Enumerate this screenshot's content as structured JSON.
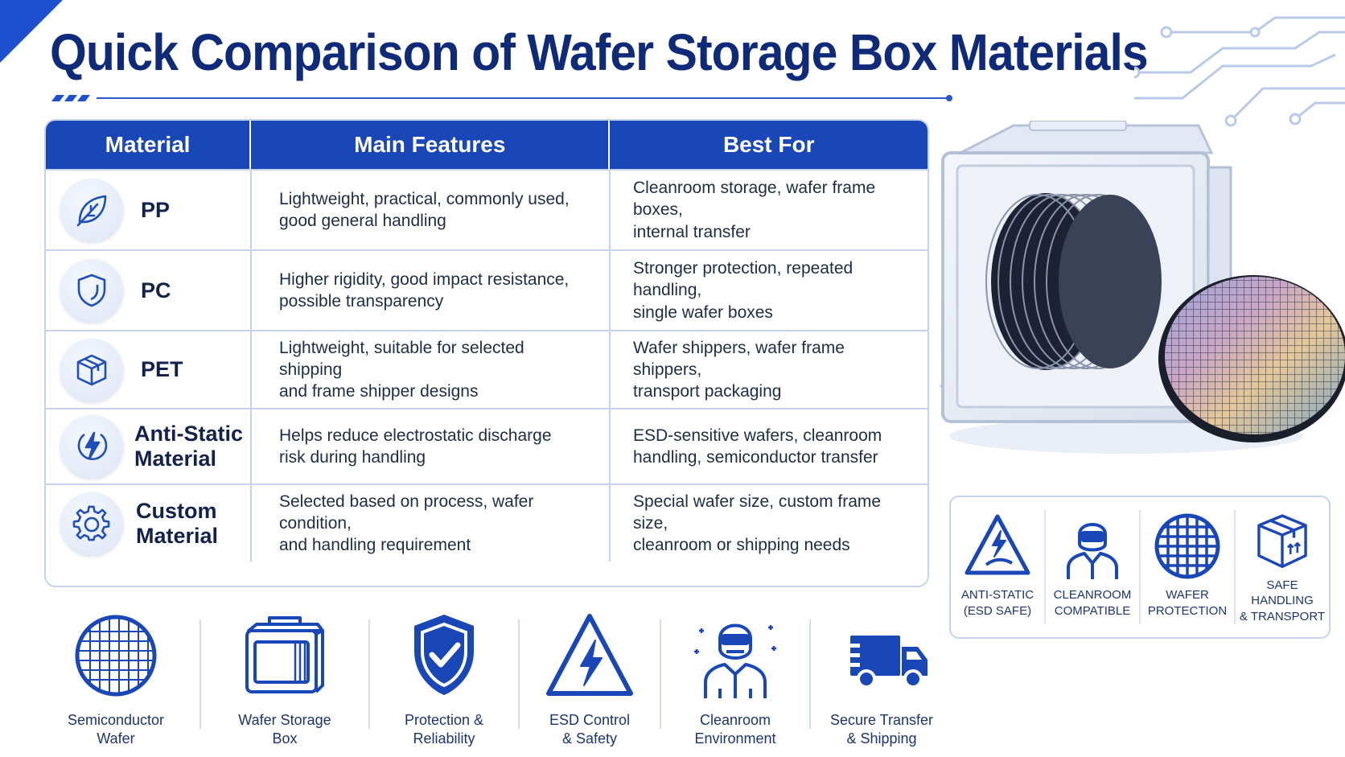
{
  "title": "Quick Comparison of Wafer Storage Box Materials",
  "colors": {
    "primary": "#1a47b8",
    "title": "#0f2a78",
    "border": "#c7d3ee"
  },
  "table": {
    "headers": [
      "Material",
      "Main Features",
      "Best For"
    ],
    "rows": [
      {
        "icon": "leaf-icon",
        "material": "PP",
        "features": "Lightweight, practical, commonly used,\ngood general handling",
        "best_for": "Cleanroom storage, wafer frame boxes,\ninternal transfer"
      },
      {
        "icon": "shield-icon",
        "material": "PC",
        "features": "Higher rigidity, good impact resistance,\npossible transparency",
        "best_for": "Stronger protection, repeated handling,\nsingle wafer boxes"
      },
      {
        "icon": "cube-icon",
        "material": "PET",
        "features": "Lightweight, suitable for selected shipping\nand frame shipper designs",
        "best_for": "Wafer shippers, wafer frame shippers,\ntransport packaging"
      },
      {
        "icon": "lightning-icon",
        "material": "Anti-Static\nMaterial",
        "features": "Helps reduce electrostatic discharge\nrisk during handling",
        "best_for": "ESD-sensitive wafers, cleanroom\nhandling, semiconductor transfer"
      },
      {
        "icon": "gear-icon",
        "material": "Custom\nMaterial",
        "features": "Selected based on process, wafer condition,\nand handling requirement",
        "best_for": "Special wafer size, custom frame size,\ncleanroom or shipping needs"
      }
    ]
  },
  "badges": [
    {
      "icon": "esd-warning-icon",
      "label": "ANTI-STATIC\n(ESD SAFE)"
    },
    {
      "icon": "cleanroom-worker-icon",
      "label": "CLEANROOM\nCOMPATIBLE"
    },
    {
      "icon": "wafer-grid-icon",
      "label": "WAFER\nPROTECTION"
    },
    {
      "icon": "package-icon",
      "label": "SAFE HANDLING\n& TRANSPORT"
    }
  ],
  "features": [
    {
      "icon": "semiconductor-wafer-icon",
      "label": "Semiconductor\nWafer"
    },
    {
      "icon": "wafer-storage-box-icon",
      "label": "Wafer Storage\nBox"
    },
    {
      "icon": "shield-check-icon",
      "label": "Protection &\nReliability"
    },
    {
      "icon": "esd-triangle-icon",
      "label": "ESD Control\n& Safety"
    },
    {
      "icon": "cleanroom-person-icon",
      "label": "Cleanroom\nEnvironment"
    },
    {
      "icon": "truck-icon",
      "label": "Secure Transfer\n& Shipping"
    }
  ]
}
